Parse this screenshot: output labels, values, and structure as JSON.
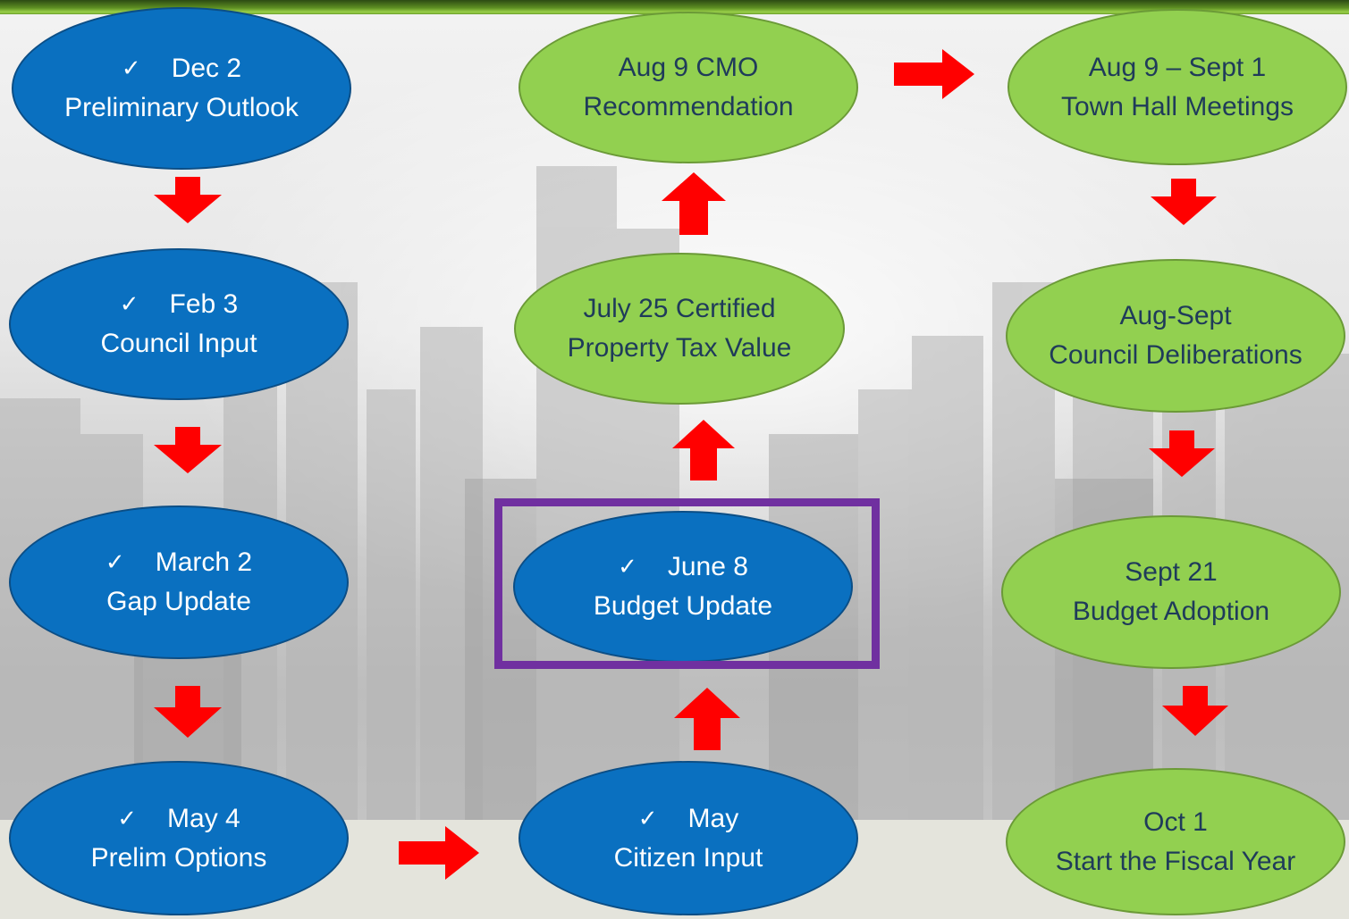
{
  "diagram": {
    "colors": {
      "completed_fill": "#0a70c0",
      "upcoming_fill": "#92d050",
      "arrow": "#ff0000",
      "highlight_border": "#7030a0"
    },
    "check_icon": "✓",
    "nodes": [
      {
        "id": "dec2",
        "line1": "Dec 2",
        "line2": "Preliminary Outlook",
        "done": true
      },
      {
        "id": "feb3",
        "line1": "Feb 3",
        "line2": "Council Input",
        "done": true
      },
      {
        "id": "march2",
        "line1": "March 2",
        "line2": "Gap Update",
        "done": true
      },
      {
        "id": "may4",
        "line1": "May 4",
        "line2": "Prelim Options",
        "done": true
      },
      {
        "id": "may",
        "line1": "May",
        "line2": "Citizen Input",
        "done": true
      },
      {
        "id": "june8",
        "line1": "June 8",
        "line2": "Budget Update",
        "done": true,
        "highlighted": true
      },
      {
        "id": "july25",
        "line1": "July 25 Certified",
        "line2": "Property Tax Value",
        "done": false
      },
      {
        "id": "aug9",
        "line1": "Aug 9 CMO",
        "line2": "Recommendation",
        "done": false
      },
      {
        "id": "aug9sept1",
        "line1": "Aug 9 – Sept 1",
        "line2": "Town Hall Meetings",
        "done": false
      },
      {
        "id": "augsept",
        "line1": "Aug-Sept",
        "line2": "Council Deliberations",
        "done": false
      },
      {
        "id": "sept21",
        "line1": "Sept 21",
        "line2": "Budget Adoption",
        "done": false
      },
      {
        "id": "oct1",
        "line1": "Oct 1",
        "line2": "Start the Fiscal Year",
        "done": false
      }
    ]
  }
}
